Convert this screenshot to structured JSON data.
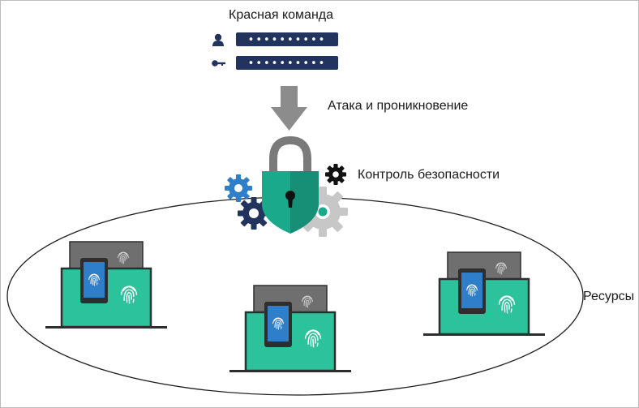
{
  "labels": {
    "red_team": "Красная команда",
    "attack": "Атака и проникновение",
    "security_controls": "Контроль безопасности",
    "resources": "Ресурсы"
  },
  "credentials": {
    "login_mask": "••••••••••",
    "password_mask": "••••••••••"
  },
  "colors": {
    "navy": "#22335e",
    "teal": "#1aa98b",
    "teal_screen": "#2cc29c",
    "arrow_gray": "#8c8c8c",
    "blue": "#2f7ec9",
    "gear_gray": "#c7c7c7",
    "dark": "#2e2e2e"
  },
  "icons": [
    "user-icon",
    "key-icon",
    "arrow-down-icon",
    "padlock-shield-icon",
    "gear-icon",
    "fingerprint-icon",
    "laptop-icon",
    "smartphone-icon"
  ]
}
